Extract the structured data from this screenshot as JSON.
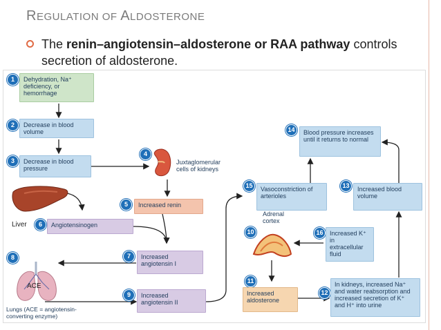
{
  "slide": {
    "title_first": "R",
    "title_rest_1": "EGULATION OF ",
    "title_first_2": "A",
    "title_rest_2": "LDOSTERONE",
    "bullet_prefix": "The ",
    "bullet_bold": "renin–angiotensin–aldosterone or RAA pathway",
    "bullet_rest": " controls secretion of aldosterone."
  },
  "diagram": {
    "steps": [
      {
        "n": "1",
        "text": "Dehydration, Na⁺ deficiency, or hemorrhage"
      },
      {
        "n": "2",
        "text": "Decrease in blood volume"
      },
      {
        "n": "3",
        "text": "Decrease in blood pressure"
      },
      {
        "n": "4",
        "text": "Juxtaglomerular cells of kidneys"
      },
      {
        "n": "5",
        "text": "Increased renin"
      },
      {
        "n": "6",
        "text": "Angiotensinogen"
      },
      {
        "n": "7",
        "text": "Increased angiotensin I"
      },
      {
        "n": "8",
        "text": "ACE"
      },
      {
        "n": "9",
        "text": "Increased angiotensin II"
      },
      {
        "n": "10",
        "text": "Adrenal cortex"
      },
      {
        "n": "11",
        "text": "Increased aldosterone"
      },
      {
        "n": "12",
        "text": "In kidneys, increased Na⁺ and water reabsorption and increased secretion of K⁺ and H⁺ into urine"
      },
      {
        "n": "13",
        "text": "Increased blood volume"
      },
      {
        "n": "14",
        "text": "Blood pressure increases until it returns to normal"
      },
      {
        "n": "15",
        "text": "Vasoconstriction of arterioles"
      },
      {
        "n": "16",
        "text": "Increased K⁺ in extracellular fluid"
      }
    ],
    "liver_label": "Liver",
    "lungs_label": "Lungs (ACE = angiotensin-converting enzyme)",
    "colors": {
      "green": "#cfe5c9",
      "blue": "#c3dcef",
      "salmon": "#f4c4ad",
      "lilac": "#d8cbe4",
      "tan": "#f6d6b0",
      "number_badge": "#1f6fb8",
      "bullet": "#e06b45"
    }
  }
}
